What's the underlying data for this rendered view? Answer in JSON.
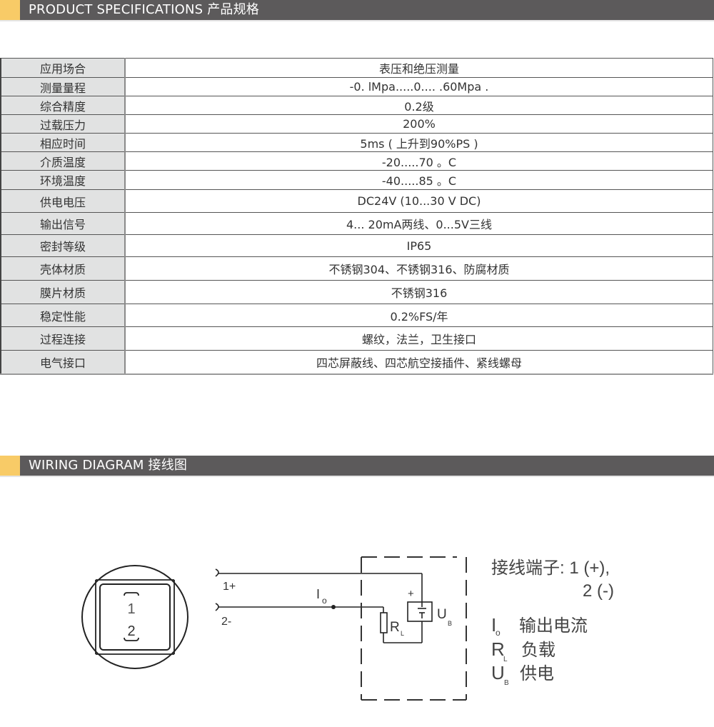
{
  "sections": {
    "spec": {
      "title": "PRODUCT SPECIFICATIONS 产品规格"
    },
    "wiring": {
      "title": "WIRING DIAGRAM 接线图"
    }
  },
  "colors": {
    "bar": "#5c5a5b",
    "accent": "#f8cb67",
    "label_bg": "#e1e2e2"
  },
  "spec_table": {
    "rows": [
      {
        "label": "应用场合",
        "value": "表压和绝压测量"
      },
      {
        "label": "测量量程",
        "value": "-0. lMpa.....0.... .60Mpa ."
      },
      {
        "label": "综合精度",
        "value": "0.2级"
      },
      {
        "label": "过载压力",
        "value": "200%"
      },
      {
        "label": "相应时间",
        "value": "5ms ( 上升到90%PS )"
      },
      {
        "label": "介质温度",
        "value": "-20.....70 。C"
      },
      {
        "label": "环境温度",
        "value": "-40.....85 。C"
      },
      {
        "label": "供电电压",
        "value": "DC24V (10...30 V DC)"
      },
      {
        "label": "输出信号",
        "value": "4... 20mA两线、0...5V三线"
      },
      {
        "label": "密封等级",
        "value": "IP65"
      },
      {
        "label": "壳体材质",
        "value": "不锈钢304、不锈钢316、防腐材质"
      },
      {
        "label": "膜片材质",
        "value": "不锈钢316"
      },
      {
        "label": "稳定性能",
        "value": "0.2%FS/年"
      },
      {
        "label": "过程连接",
        "value": "螺纹，法兰，卫生接口"
      },
      {
        "label": "电气接口",
        "value": "四芯屏蔽线、四芯航空接插件、紧线螺母"
      }
    ]
  },
  "wiring": {
    "connector": {
      "pin1": "1",
      "pin2": "2"
    },
    "terminals": {
      "t1": "1+",
      "t2": "2-"
    },
    "current_label": "I",
    "current_sub": "o",
    "resistor_label": "R",
    "resistor_sub": "L",
    "supply_label": "U",
    "supply_sub": "B",
    "supply_plus": "+",
    "legend": {
      "terminals_label": "接线端子: 1 (+),",
      "terminals_line2": "2 (-)",
      "io_sym": "I",
      "io_sub": "o",
      "io_desc": "输出电流",
      "rl_sym": "R",
      "rl_sub": "L",
      "rl_desc": "负载",
      "ub_sym": "U",
      "ub_sub": "B",
      "ub_desc": "供电"
    }
  }
}
